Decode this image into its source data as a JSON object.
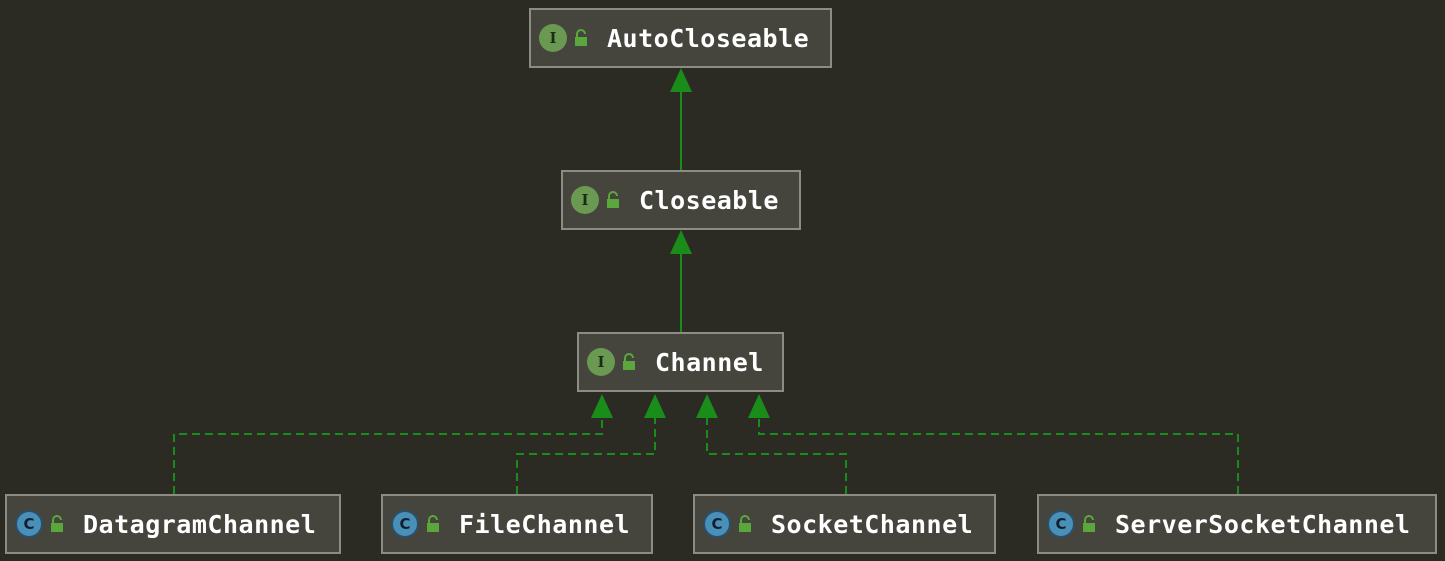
{
  "diagram": {
    "nodes": [
      {
        "id": "autocloseable",
        "kind": "interface",
        "kind_letter": "I",
        "label": "AutoCloseable",
        "visibility_icon": "unlocked-padlock-icon"
      },
      {
        "id": "closeable",
        "kind": "interface",
        "kind_letter": "I",
        "label": "Closeable",
        "visibility_icon": "unlocked-padlock-icon"
      },
      {
        "id": "channel",
        "kind": "interface",
        "kind_letter": "I",
        "label": "Channel",
        "visibility_icon": "unlocked-padlock-icon"
      },
      {
        "id": "datagramchannel",
        "kind": "class",
        "kind_letter": "C",
        "label": "DatagramChannel",
        "visibility_icon": "unlocked-padlock-icon"
      },
      {
        "id": "filechannel",
        "kind": "class",
        "kind_letter": "C",
        "label": "FileChannel",
        "visibility_icon": "unlocked-padlock-icon"
      },
      {
        "id": "socketchannel",
        "kind": "class",
        "kind_letter": "C",
        "label": "SocketChannel",
        "visibility_icon": "unlocked-padlock-icon"
      },
      {
        "id": "serversocketchannel",
        "kind": "class",
        "kind_letter": "C",
        "label": "ServerSocketChannel",
        "visibility_icon": "unlocked-padlock-icon"
      }
    ],
    "edges": [
      {
        "from": "closeable",
        "to": "autocloseable",
        "type": "extends",
        "style": "solid"
      },
      {
        "from": "channel",
        "to": "closeable",
        "type": "extends",
        "style": "solid"
      },
      {
        "from": "datagramchannel",
        "to": "channel",
        "type": "implements",
        "style": "dashed"
      },
      {
        "from": "filechannel",
        "to": "channel",
        "type": "implements",
        "style": "dashed"
      },
      {
        "from": "socketchannel",
        "to": "channel",
        "type": "implements",
        "style": "dashed"
      },
      {
        "from": "serversocketchannel",
        "to": "channel",
        "type": "implements",
        "style": "dashed"
      }
    ],
    "colors": {
      "background": "#2b2b24",
      "node_fill": "#45453e",
      "node_border": "#8c8c84",
      "edge": "#1a8c1a",
      "interface_icon": "#6a9a52",
      "class_icon": "#4a8fb8",
      "lock_icon": "#5aa83c"
    }
  }
}
